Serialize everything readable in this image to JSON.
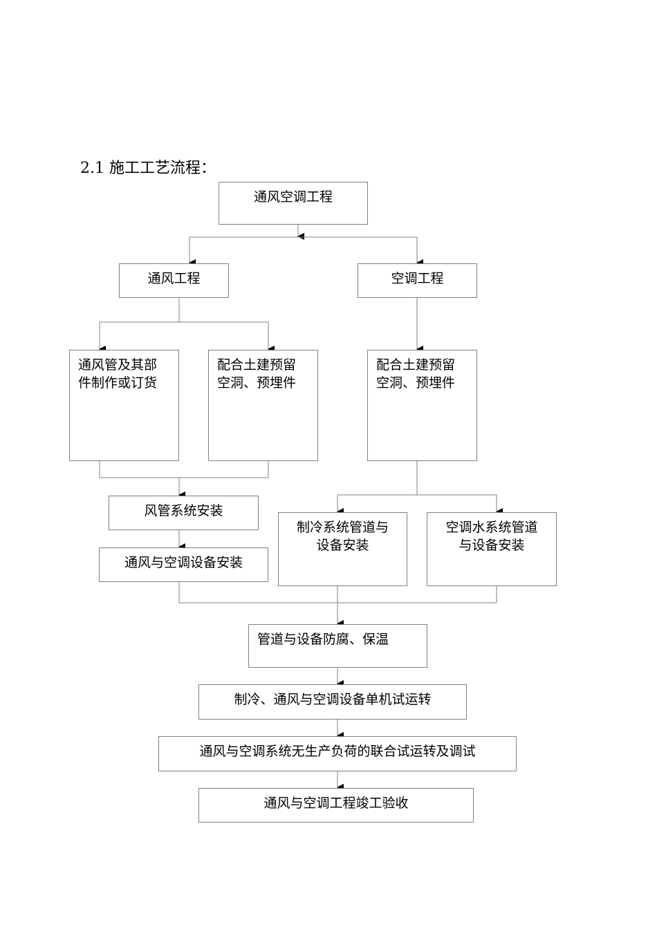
{
  "heading": "2.1 施工工艺流程：",
  "nodes": {
    "root": "通风空调工程",
    "vent": "通风工程",
    "ac": "空调工程",
    "duct_parts": "通风管及其部\n件制作或订货",
    "embed_vent": "配合土建预留\n空洞、预埋件",
    "embed_ac": "配合土建预留\n空洞、预埋件",
    "duct_install": "风管系统安装",
    "vent_equip": "通风与空调设备安装",
    "refrig_pipe": "制冷系统管道与\n设备安装",
    "water_pipe": "空调水系统管道\n与设备安装",
    "anticorr": "管道与设备防腐、保温",
    "single_test": "制冷、通风与空调设备单机试运转",
    "joint_test": "通风与空调系统无生产负荷的联合试运转及调试",
    "acceptance": "通风与空调工程竣工验收"
  }
}
